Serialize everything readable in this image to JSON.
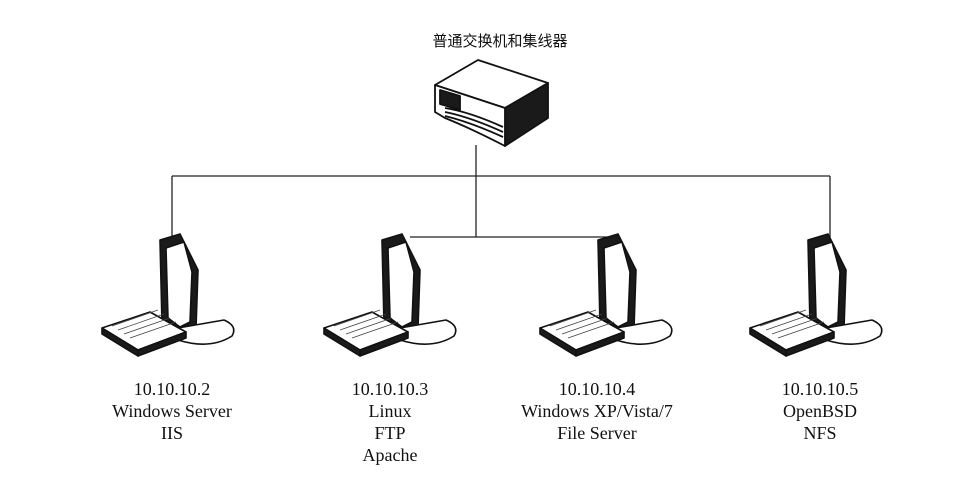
{
  "hub": {
    "label": "普通交换机和集线器",
    "icon": "network-hub-icon"
  },
  "hosts": [
    {
      "id": "host-1",
      "lines": [
        "10.10.10.2",
        "Windows Server",
        "IIS"
      ]
    },
    {
      "id": "host-2",
      "lines": [
        "10.10.10.3",
        "Linux",
        "FTP",
        "Apache"
      ]
    },
    {
      "id": "host-3",
      "lines": [
        "10.10.10.4",
        "Windows XP/Vista/7",
        "File Server"
      ]
    },
    {
      "id": "host-4",
      "lines": [
        "10.10.10.5",
        "OpenBSD",
        "NFS"
      ]
    }
  ]
}
